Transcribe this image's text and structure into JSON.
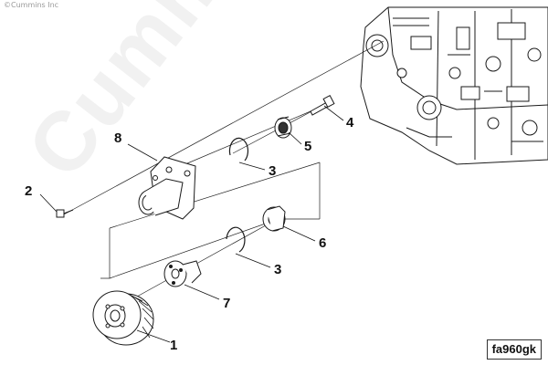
{
  "copyright": "©Cummins Inc",
  "watermark": "Cummins",
  "figure_code": "fa960gk",
  "callouts": [
    {
      "id": "c1",
      "label": "1",
      "part": "fan-pulley"
    },
    {
      "id": "c2",
      "label": "2",
      "part": "capscrew"
    },
    {
      "id": "c3a",
      "label": "3",
      "part": "retaining-ring-upper"
    },
    {
      "id": "c3b",
      "label": "3",
      "part": "retaining-ring-lower"
    },
    {
      "id": "c4",
      "label": "4",
      "part": "long-capscrew"
    },
    {
      "id": "c5",
      "label": "5",
      "part": "bearing-upper"
    },
    {
      "id": "c6",
      "label": "6",
      "part": "bearing-lower"
    },
    {
      "id": "c7",
      "label": "7",
      "part": "fan-hub"
    },
    {
      "id": "c8",
      "label": "8",
      "part": "fan-support-bracket"
    }
  ]
}
